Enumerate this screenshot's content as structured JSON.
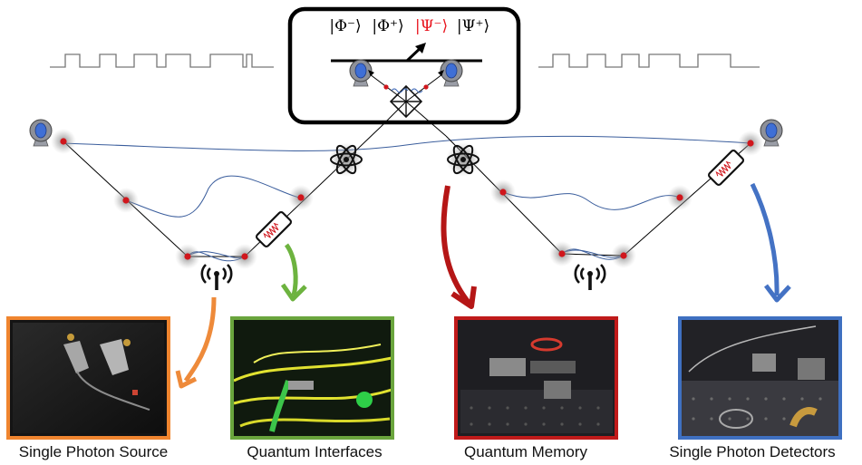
{
  "bell_states": {
    "phi_minus": "|Φ⁻⟩",
    "phi_plus": "|Φ⁺⟩",
    "psi_minus": "|Ψ⁻⟩",
    "psi_plus": "|Ψ⁺⟩",
    "highlight_color": "#e8141e"
  },
  "panels": [
    {
      "caption": "Single Photon Source",
      "border_color": "#f0852f",
      "arrow_color": "#ee8a3a"
    },
    {
      "caption": "Quantum Interfaces",
      "border_color": "#6aa53d",
      "arrow_color": "#6db33f"
    },
    {
      "caption": "Quantum Memory",
      "border_color": "#c01a1a",
      "arrow_color": "#b51616"
    },
    {
      "caption": "Single Photon Detectors",
      "border_color": "#3f70c1",
      "arrow_color": "#4472c4"
    }
  ],
  "icons": [
    "detector-icon",
    "atom-icon",
    "antenna-icon",
    "frequency-converter-icon",
    "beam-splitter-icon"
  ]
}
